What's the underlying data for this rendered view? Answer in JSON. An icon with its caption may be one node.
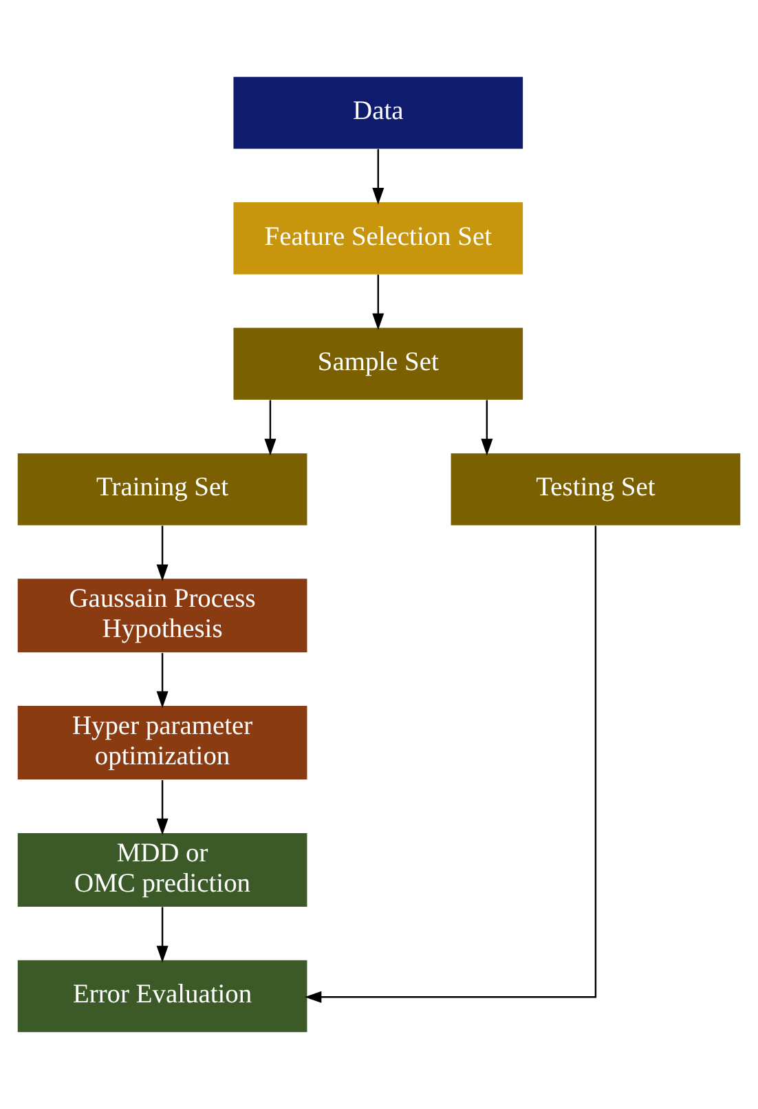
{
  "diagram": {
    "nodes": [
      {
        "text": [
          "Data"
        ]
      },
      {
        "text": [
          "Feature Selection Set"
        ]
      },
      {
        "text": [
          "Sample Set"
        ]
      },
      {
        "text": [
          "Training Set"
        ]
      },
      {
        "text": [
          "Testing Set"
        ]
      },
      {
        "text": [
          "Gaussain Process Hypothesis"
        ]
      },
      {
        "text": [
          "Hyper parameter optimization"
        ]
      },
      {
        "text": [
          "MDD or OMC prediction"
        ]
      },
      {
        "text": [
          "Error Evaluation"
        ]
      }
    ],
    "edges": [
      {
        "from": 0,
        "to": 1,
        "arrow": "to"
      },
      {
        "from": 1,
        "to": 2,
        "arrow": "to"
      },
      {
        "from": 2,
        "to": 3,
        "arrow": "to"
      },
      {
        "from": 2,
        "to": 4,
        "arrow": "to"
      },
      {
        "from": 3,
        "to": 5,
        "arrow": "to"
      },
      {
        "from": 5,
        "to": 6,
        "arrow": "to"
      },
      {
        "from": 6,
        "to": 7,
        "arrow": "to"
      },
      {
        "from": 7,
        "to": 8,
        "arrow": "to"
      },
      {
        "from": 4,
        "to": 8,
        "arrow": "to"
      }
    ]
  }
}
